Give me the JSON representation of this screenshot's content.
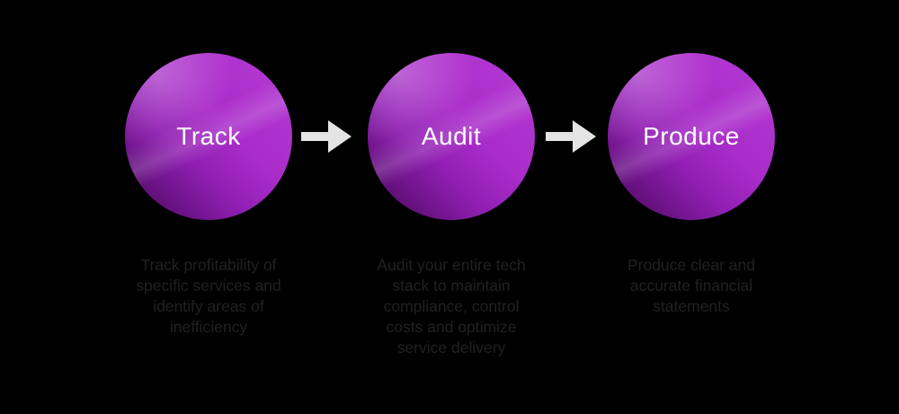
{
  "canvas": {
    "background_color": "#000000"
  },
  "palette": {
    "circle_bright": "#a92cc9",
    "circle_light": "#b53bd4",
    "circle_dark": "#440d50",
    "arrow": "#e4e4e4",
    "label_text": "#ffffff",
    "description_text": "#212121"
  },
  "steps": [
    {
      "label": "Track",
      "description": "Track profitability of\nspecific services and\nidentify areas of\ninefficiency"
    },
    {
      "label": "Audit",
      "description": "Audit your entire tech\nstack to maintain\ncompliance, control\ncosts and optimize\nservice delivery"
    },
    {
      "label": "Produce",
      "description": "Produce clear and\naccurate financial\nstatements"
    }
  ],
  "arrows": [
    {
      "icon": "right-arrow"
    },
    {
      "icon": "right-arrow"
    }
  ]
}
